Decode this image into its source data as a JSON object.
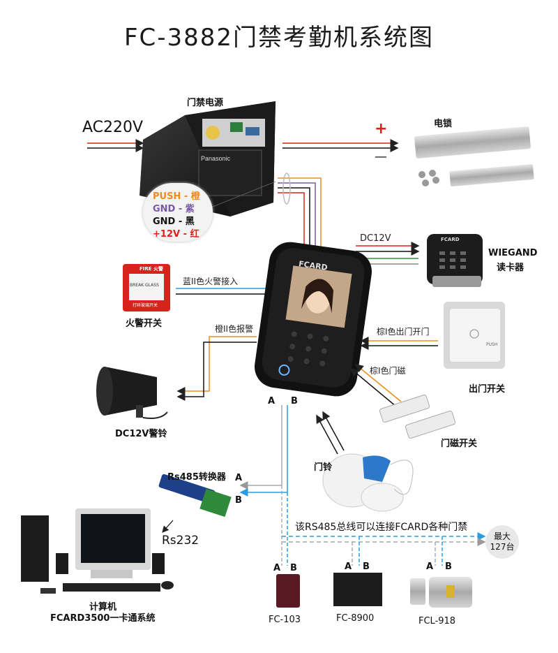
{
  "title": "FC-3882门禁考勤机系统图",
  "power": {
    "label": "门禁电源",
    "brand": "Panasonic",
    "ac": "AC220V"
  },
  "wire_legend": [
    {
      "text": "PUSH - 橙",
      "color": "#f08a1c"
    },
    {
      "text": "GND  - 紫",
      "color": "#7a5aa6"
    },
    {
      "text": "GND  - 黑",
      "color": "#111111"
    },
    {
      "text": "+12V  - 红",
      "color": "#e0201a"
    }
  ],
  "lock": {
    "label": "电锁",
    "plus": "+",
    "minus": "—"
  },
  "reader": {
    "power_label": "DC12V",
    "brand": "FCARD",
    "label": "WIEGAND",
    "sublabel": "读卡器"
  },
  "fire": {
    "label": "火警开关",
    "wire": "蓝II色火警接入",
    "box_top": "FIRE 火警",
    "box_mid": "BREAK  GLASS",
    "box_bottom": "打碎玻璃开关"
  },
  "device": {
    "brand": "FCARD"
  },
  "exit": {
    "label": "出门开关",
    "wire": "棕I色出门开门",
    "button": "PUSH"
  },
  "alarm": {
    "label": "DC12V警铃",
    "wire": "橙II色报警"
  },
  "door_sensor": {
    "label": "门磁开关",
    "wire": "棕I色门磁"
  },
  "bell": {
    "label": "门铃"
  },
  "bus": {
    "a": "A",
    "b": "B",
    "text": "该RS485总线可以连接FCARD各种门禁",
    "bubble_line1": "最大",
    "bubble_line2": "127台"
  },
  "converter": {
    "label": "Rs485转换器",
    "rs232": "Rs232",
    "a": "A",
    "b": "B"
  },
  "computer": {
    "label": "计算机",
    "sublabel": "FCARD3500一卡通系统"
  },
  "nodes": [
    {
      "name": "FC-103",
      "a": "A",
      "b": "B"
    },
    {
      "name": "FC-8900",
      "a": "A",
      "b": "B"
    },
    {
      "name": "FCL-918",
      "a": "A",
      "b": "B"
    }
  ],
  "colors": {
    "red": "#e0201a",
    "blue": "#2a9be0",
    "orange": "#f08a1c",
    "purple": "#7a5aa6",
    "green": "#2a9a3a",
    "gray": "#a8a8a8",
    "brown": "#b06a3a"
  }
}
